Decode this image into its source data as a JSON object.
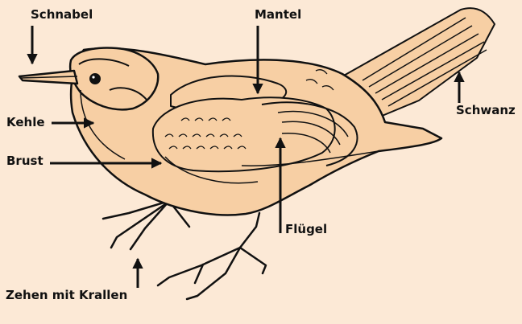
{
  "background_color": "#fce9d6",
  "bird_fill": "#f7cfa4",
  "line_color": "#111111",
  "labels": {
    "schnabel": "Schnabel",
    "mantel": "Mantel",
    "schwanz": "Schwanz",
    "kehle": "Kehle",
    "brust": "Brust",
    "fluegel": "Flügel",
    "zehen": "Zehen mit Krallen"
  }
}
